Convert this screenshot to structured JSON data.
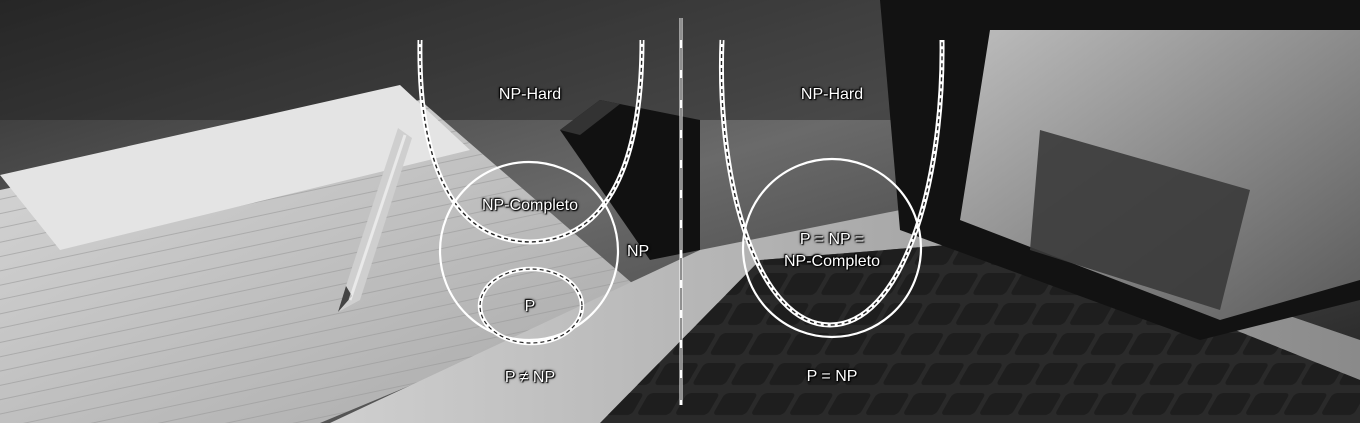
{
  "left_diagram": {
    "np_hard": "NP-Hard",
    "np_complete": "NP-Completo",
    "np": "NP",
    "p": "P",
    "caption": "P ≠ NP"
  },
  "right_diagram": {
    "np_hard": "NP-Hard",
    "merged_line1": "P = NP =",
    "merged_line2": "NP-Completo",
    "caption": "P = NP"
  },
  "colors": {
    "outline": "#ffffff",
    "outline_dash": "#222222",
    "label": "#ffffff"
  }
}
